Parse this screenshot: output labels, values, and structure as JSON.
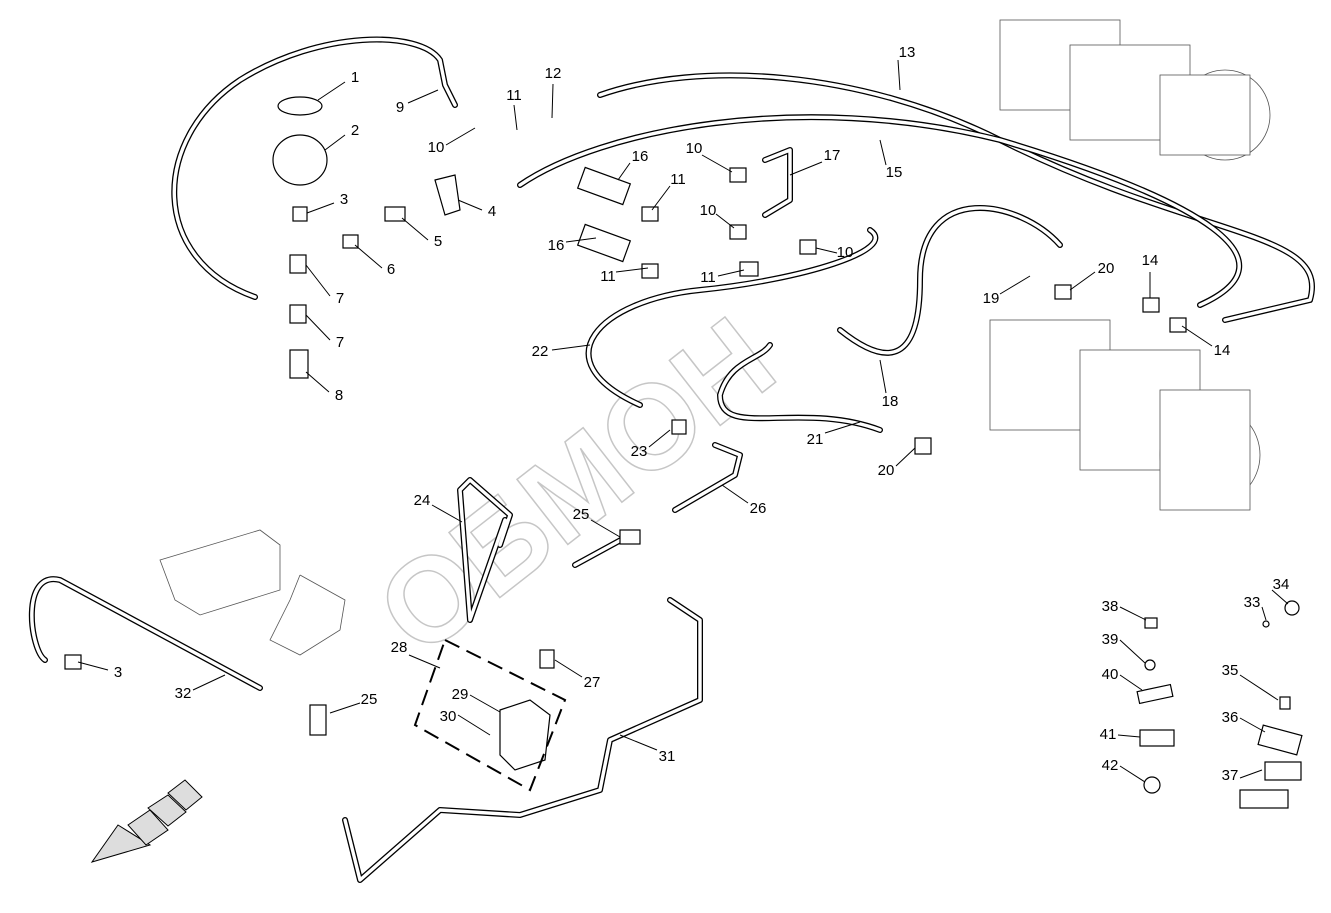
{
  "diagram": {
    "watermark": "ОБМОН",
    "callouts": [
      "1",
      "2",
      "3",
      "4",
      "5",
      "6",
      "7",
      "7",
      "8",
      "9",
      "10",
      "11",
      "12",
      "13",
      "15",
      "16",
      "10",
      "17",
      "11",
      "10",
      "16",
      "11",
      "11",
      "10",
      "20",
      "14",
      "19",
      "14",
      "22",
      "18",
      "21",
      "20",
      "23",
      "26",
      "24",
      "25",
      "28",
      "27",
      "29",
      "30",
      "31",
      "32",
      "25",
      "3",
      "38",
      "39",
      "40",
      "41",
      "42",
      "34",
      "33",
      "35",
      "36",
      "37"
    ],
    "direction_arrow": "front-direction-arrow"
  }
}
